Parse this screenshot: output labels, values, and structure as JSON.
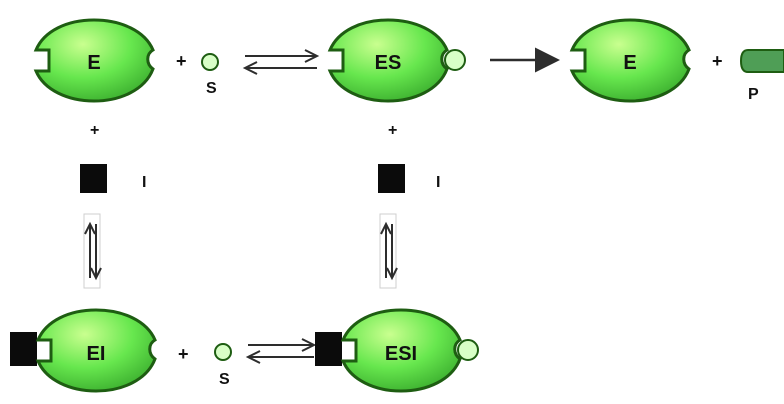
{
  "diagram": {
    "labels": {
      "enzyme_e": "E",
      "enzyme_es": "ES",
      "enzyme_e_product_side": "E",
      "enzyme_ei": "EI",
      "enzyme_esi": "ESI"
    },
    "species": {
      "substrate_top": "S",
      "substrate_bottom": "S",
      "product": "P",
      "inhibitor_left": "I",
      "inhibitor_right": "I"
    },
    "operators": {
      "plus": "+"
    },
    "colors": {
      "enzyme_fill": "#4bd63d",
      "enzyme_highlight": "#c9ff8f",
      "enzyme_stroke": "#1e5d12",
      "substrate_fill": "#d8ffc7",
      "product_fill": "#4f9e56",
      "inhibitor_fill": "#0b0b0b",
      "arrow": "#2d2d2d"
    }
  }
}
